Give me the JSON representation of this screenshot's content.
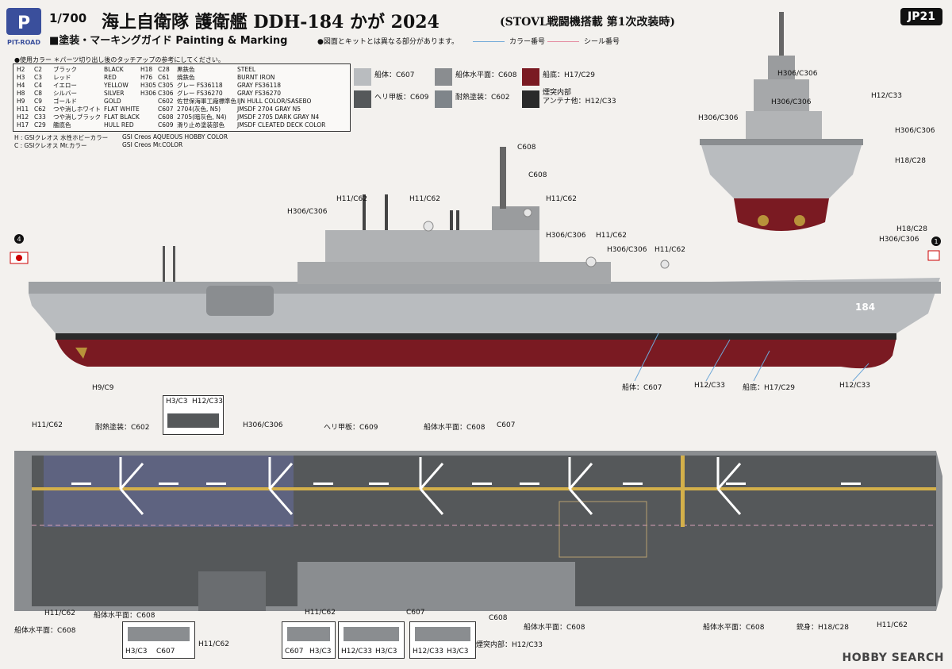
{
  "header": {
    "brand": "PIT-ROAD",
    "scale": "1/700",
    "title": "海上自衛隊 護衛艦 DDH-184 かが 2024",
    "subtitle": "(STOVL戦闘機搭載 第1次改装時)",
    "guide": "■塗装・マーキングガイド Painting & Marking",
    "note": "●図面とキットとは異なる部分があります。",
    "legend_color": "カラー番号",
    "legend_decal": "シール番号",
    "code": "JP21",
    "legend_color_line": "#6fa8d8",
    "legend_decal_line": "#e58aa0"
  },
  "color_table": {
    "header": "●使用カラー ＊パーツ切り出し後のタッチアップの参考にしてください。",
    "left": [
      [
        "H2",
        "C2",
        "ブラック",
        "BLACK"
      ],
      [
        "H3",
        "C3",
        "レッド",
        "RED"
      ],
      [
        "H4",
        "C4",
        "イエロー",
        "YELLOW"
      ],
      [
        "H8",
        "C8",
        "シルバー",
        "SILVER"
      ],
      [
        "H9",
        "C9",
        "ゴールド",
        "GOLD"
      ],
      [
        "H11",
        "C62",
        "つや消しホワイト",
        "FLAT WHITE"
      ],
      [
        "H12",
        "C33",
        "つや消しブラック",
        "FLAT BLACK"
      ],
      [
        "H17",
        "C29",
        "艦底色",
        "HULL RED"
      ]
    ],
    "right": [
      [
        "H18",
        "C28",
        "黒鉄色",
        "STEEL"
      ],
      [
        "H76",
        "C61",
        "焼鉄色",
        "BURNT IRON"
      ],
      [
        "H305",
        "C305",
        "グレー FS36118",
        "GRAY FS36118"
      ],
      [
        "H306",
        "C306",
        "グレー FS36270",
        "GRAY FS36270"
      ],
      [
        "",
        "C602",
        "佐世保海軍工廠標準色",
        "IJN HULL COLOR/SASEBO"
      ],
      [
        "",
        "C607",
        "2704(灰色, N5)",
        "JMSDF 2704 GRAY N5"
      ],
      [
        "",
        "C608",
        "2705(暗灰色, N4)",
        "JMSDF 2705 DARK GRAY N4"
      ],
      [
        "",
        "C609",
        "滑り止め塗装部色",
        "JMSDF CLEATED DECK COLOR"
      ]
    ],
    "foot1a": "H : GSIクレオス 水性ホビーカラー",
    "foot1b": "GSI Creos AQUEOUS HOBBY COLOR",
    "foot2a": "C : GSIクレオス Mr.カラー",
    "foot2b": "GSI Creos Mr.COLOR"
  },
  "swatches": [
    {
      "label": "船体：C607",
      "color": "#b9bcbf"
    },
    {
      "label": "船体水平面：C608",
      "color": "#8a8d90"
    },
    {
      "label": "船底：H17/C29",
      "color": "#7a1a22"
    },
    {
      "label": "ヘリ甲板：C609",
      "color": "#55585a"
    },
    {
      "label": "耐熱塗装：C602",
      "color": "#7f858a"
    },
    {
      "label": "煙突内部\nアンテナ他：H12/C33",
      "color": "#2a2a2a"
    }
  ],
  "labels": {
    "side": {
      "c608a": "C608",
      "c608b": "C608",
      "h11a": "H11/C62",
      "h11b": "H11/C62",
      "h11c": "H11/C62",
      "h11d": "H11/C62",
      "h11e": "H11/C62",
      "h306a": "H306/C306",
      "h306b": "H306/C306",
      "h306c": "H306/C306",
      "h306d": "H306/C306",
      "h18": "H18/C28",
      "h9": "H9/C9",
      "hull": "船体：C607",
      "h12a": "H12/C33",
      "bottom": "船底：H17/C29",
      "h12b": "H12/C33",
      "num184": "184",
      "flag_left": "4",
      "flag_right": "1"
    },
    "front": {
      "h306a": "H306/C306",
      "h306b": "H306/C306",
      "h306c": "H306/C306",
      "h306d": "H306/C306",
      "h12": "H12/C33",
      "h18": "H18/C28"
    },
    "deck": {
      "h11a": "H11/C62",
      "heat": "耐熱塗装：C602",
      "h3": "H3/C3",
      "h12i": "H12/C33",
      "h306": "H306/C306",
      "heli": "ヘリ甲板：C609",
      "hz": "船体水平面：C608",
      "c607": "C607",
      "h11b": "H11/C62",
      "hz2": "船体水平面：C608",
      "h11c": "H11/C62",
      "h11d": "H11/C62",
      "c607b": "C607",
      "c608c": "C608",
      "hz3": "船体水平面：C608",
      "stack": "煙突内部：H12/C33",
      "hz4": "船体水平面：C608",
      "gun": "銃身：H18/C28",
      "h11e": "H11/C62",
      "hz5": "船体水平面：C608",
      "h3b": "H3/C3",
      "c607c": "C607",
      "c607d": "C607",
      "h3c": "H3/C3",
      "h12c": "H12/C33",
      "h3d": "H3/C3",
      "h12d": "H12/C33",
      "h3e": "H3/C3"
    }
  },
  "watermark": "HOBBY SEARCH"
}
